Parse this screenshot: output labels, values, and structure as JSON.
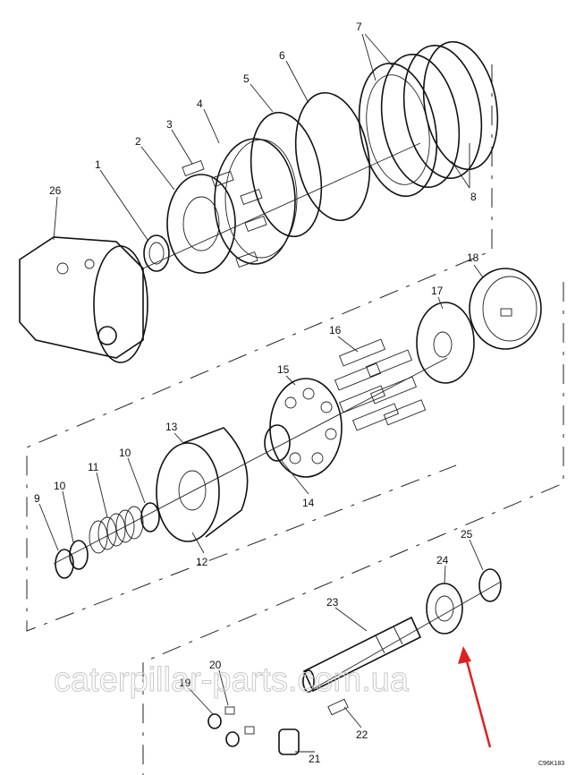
{
  "diagram": {
    "part_labels": {
      "p1": "1",
      "p2": "2",
      "p3": "3",
      "p4": "4",
      "p5": "5",
      "p6": "6",
      "p7": "7",
      "p8": "8",
      "p9": "9",
      "p10a": "10",
      "p10b": "10",
      "p11": "11",
      "p12": "12",
      "p13": "13",
      "p14": "14",
      "p15": "15",
      "p16": "16",
      "p17": "17",
      "p18": "18",
      "p19": "19",
      "p20": "20",
      "p21": "21",
      "p22": "22",
      "p23": "23",
      "p24": "24",
      "p25": "25",
      "p26": "26"
    },
    "drawing_code": "C96K183",
    "watermark": "caterpillar-parts.com.ua",
    "highlight_arrow_color": "#e02020",
    "highlighted_part": "24"
  }
}
